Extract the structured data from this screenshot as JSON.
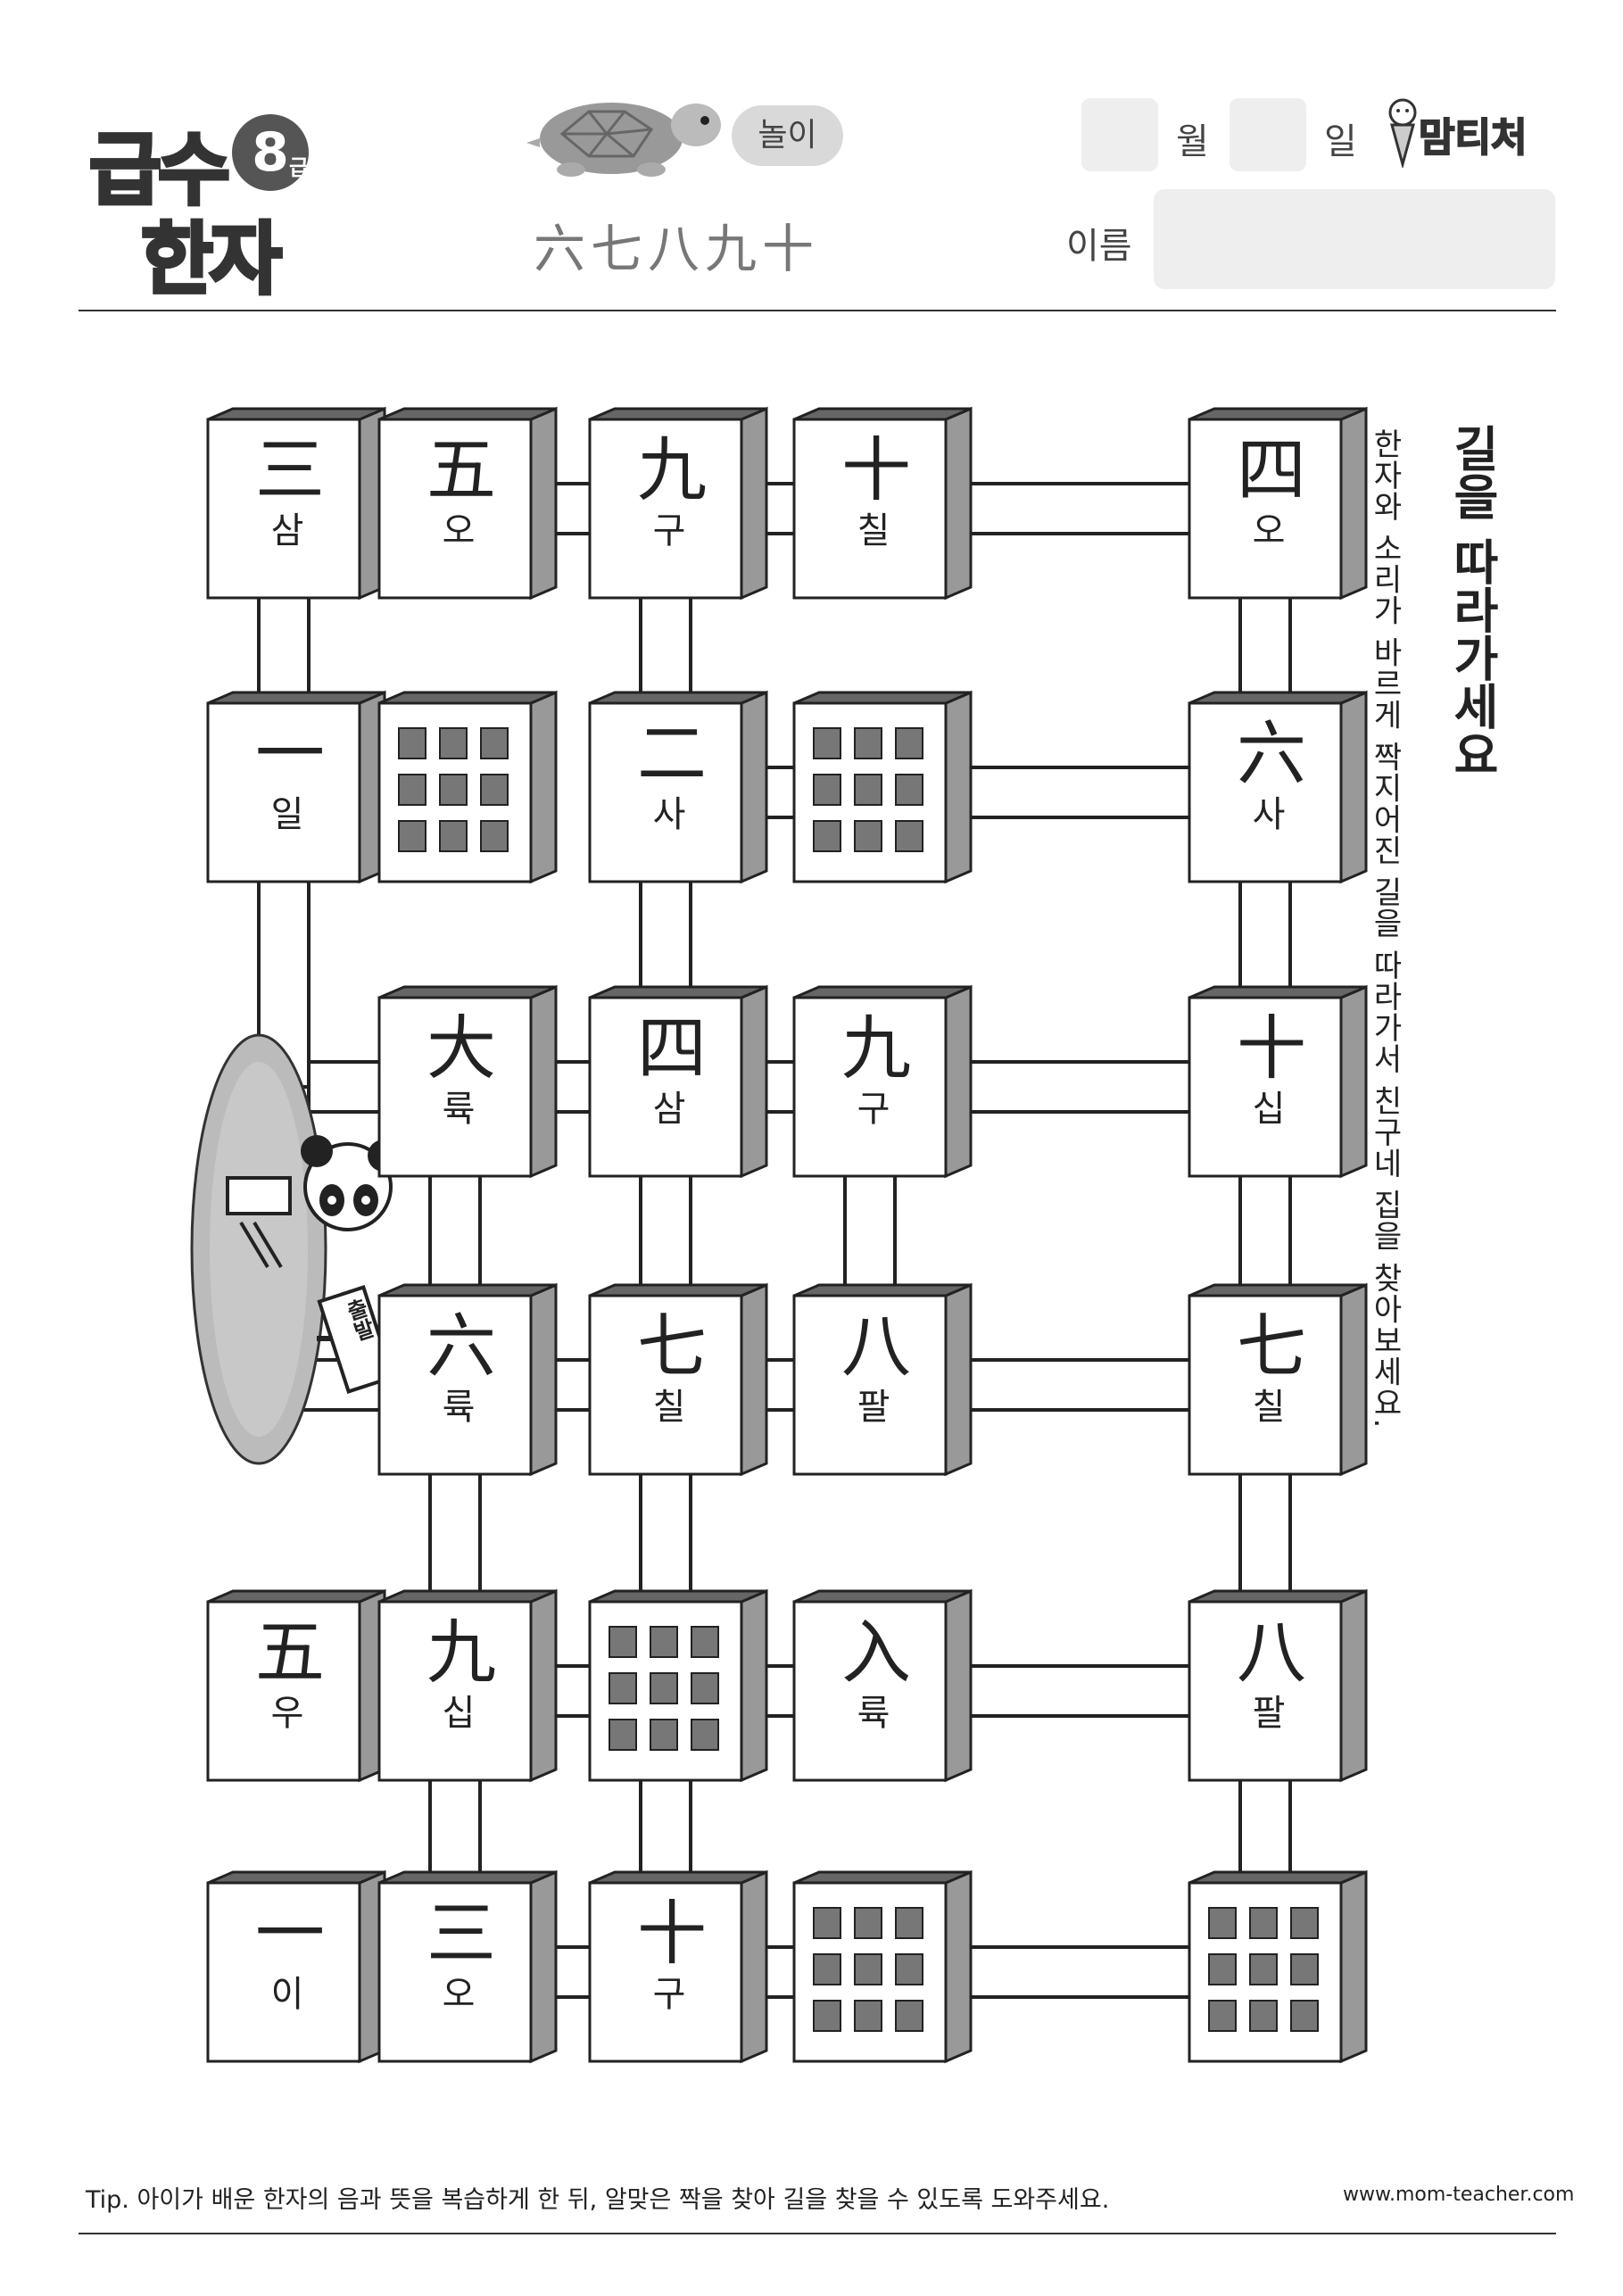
{
  "header": {
    "logo_line1": "급수",
    "logo_line2": "한자",
    "logo_grade_number": "8",
    "logo_grade_unit": "급",
    "play_label": "놀이",
    "subtitle_chars": "六七八九十",
    "month_label": "월",
    "day_label": "일",
    "name_label": "이름",
    "brand": "맘티처"
  },
  "activity": {
    "title": "길을 따라가세요",
    "instructions": "한자와 소리가 바르게 짝지어진 길을 따라가서 친구네 집을 찾아보세요.",
    "start_sign": "출발"
  },
  "houses": [
    {
      "hanja": "三",
      "reading": "삼"
    },
    {
      "hanja": "五",
      "reading": "오"
    },
    {
      "hanja": "九",
      "reading": "구"
    },
    {
      "hanja": "十",
      "reading": "칠"
    },
    {
      "hanja": "四",
      "reading": "오"
    },
    {
      "hanja": "一",
      "reading": "일"
    },
    {
      "hanja": "",
      "reading": ""
    },
    {
      "hanja": "二",
      "reading": "사"
    },
    {
      "hanja": "",
      "reading": ""
    },
    {
      "hanja": "六",
      "reading": "사"
    },
    {
      "hanja": "大",
      "reading": "륙"
    },
    {
      "hanja": "四",
      "reading": "삼"
    },
    {
      "hanja": "九",
      "reading": "구"
    },
    {
      "hanja": "十",
      "reading": "십"
    },
    {
      "hanja": "六",
      "reading": "륙"
    },
    {
      "hanja": "七",
      "reading": "칠"
    },
    {
      "hanja": "八",
      "reading": "팔"
    },
    {
      "hanja": "七",
      "reading": "칠"
    },
    {
      "hanja": "五",
      "reading": "우"
    },
    {
      "hanja": "九",
      "reading": "십"
    },
    {
      "hanja": "",
      "reading": ""
    },
    {
      "hanja": "入",
      "reading": "륙"
    },
    {
      "hanja": "八",
      "reading": "팔"
    },
    {
      "hanja": "一",
      "reading": "이"
    },
    {
      "hanja": "三",
      "reading": "오"
    },
    {
      "hanja": "十",
      "reading": "구"
    },
    {
      "hanja": "",
      "reading": ""
    },
    {
      "hanja": "",
      "reading": ""
    }
  ],
  "footer": {
    "tip": "Tip. 아이가 배운 한자의 음과 뜻을 복습하게 한 뒤, 알맞은 짝을 찾아 길을 찾을 수 있도록 도와주세요.",
    "website": "www.mom-teacher.com"
  },
  "colors": {
    "road": "#ffffff",
    "road_border": "#222222",
    "house_roof": "#666666",
    "house_side": "#999999",
    "house_front": "#ffffff",
    "window": "#777777",
    "field": "#bbbbbb"
  }
}
